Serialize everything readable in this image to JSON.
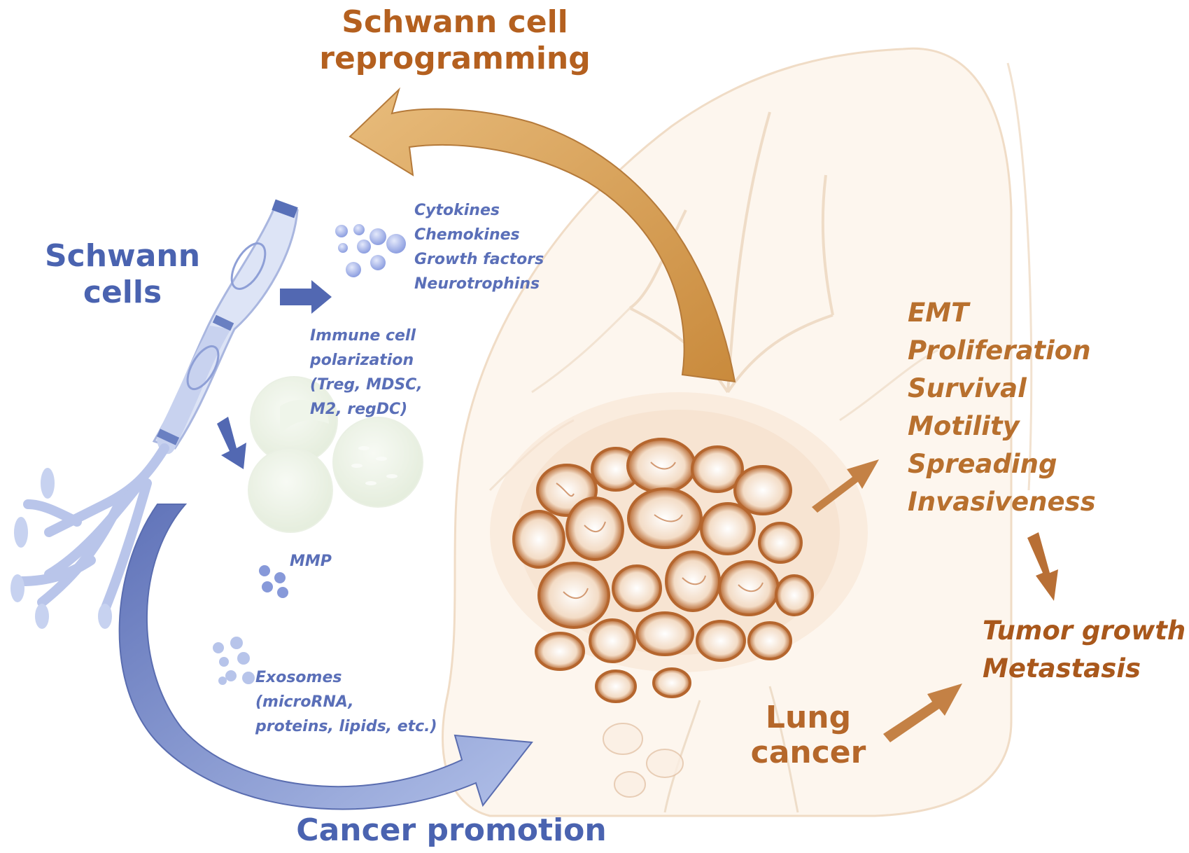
{
  "colors": {
    "blue": "#4a63b0",
    "blue_light": "#8fa3d8",
    "brown": "#b5672a",
    "orange_arrow": "#e0b273",
    "lung_tint": "#fbf1e6"
  },
  "labels": {
    "reprogramming": [
      "Schwann cell",
      "reprogramming"
    ],
    "schwann_cells": [
      "Schwann",
      "cells"
    ],
    "secreted": [
      "Cytokines",
      "Chemokines",
      "Growth factors",
      "Neurotrophins"
    ],
    "immune": [
      "Immune cell",
      "polarization",
      "(Treg, MDSC,",
      "M2, regDC)"
    ],
    "mmp": "MMP",
    "exosomes": [
      "Exosomes",
      "(microRNA,",
      "proteins, lipids, etc.)"
    ],
    "cancer_promotion": "Cancer promotion",
    "lung_cancer": [
      "Lung",
      "cancer"
    ],
    "effects": [
      "EMT",
      "Proliferation",
      "Survival",
      "Motility",
      "Spreading",
      "Invasiveness"
    ],
    "outcomes": [
      "Tumor growth",
      "Metastasis"
    ]
  },
  "icons": {
    "schwann_cell": "schwann-cell-illustration",
    "lung": "lung-illustration",
    "tumor": "tumor-cluster-illustration",
    "immune_cells": "immune-cells-illustration",
    "secreted_dots": "secreted-molecules-dots",
    "mmp_dots": "mmp-dots",
    "exosome_dots": "exosome-particles"
  }
}
